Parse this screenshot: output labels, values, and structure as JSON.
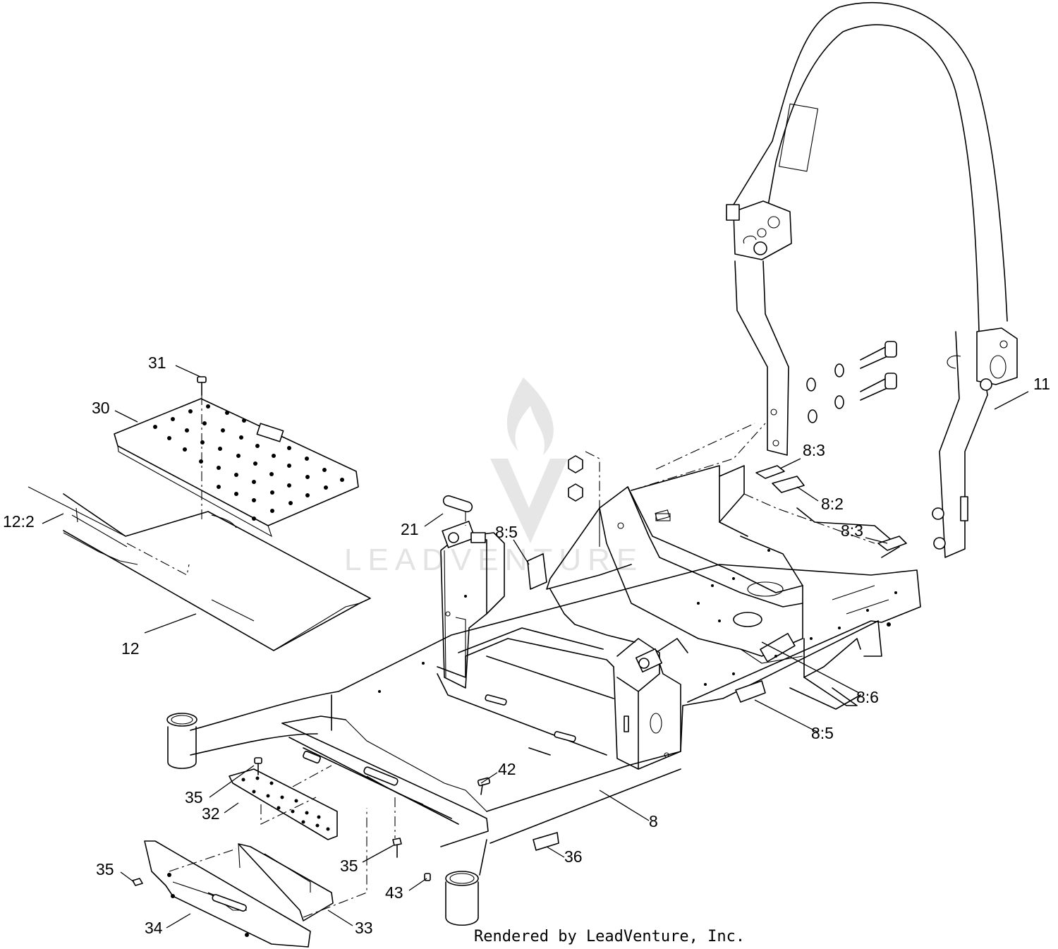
{
  "watermark": {
    "text": "LEADVENTURE"
  },
  "credit": "Rendered by LeadVenture, Inc.",
  "callouts": [
    {
      "id": "c31",
      "text": "31"
    },
    {
      "id": "c30",
      "text": "30"
    },
    {
      "id": "c12-2",
      "text": "12:2"
    },
    {
      "id": "c12",
      "text": "12"
    },
    {
      "id": "c21",
      "text": "21"
    },
    {
      "id": "c8-5a",
      "text": "8:5"
    },
    {
      "id": "c8-3a",
      "text": "8:3"
    },
    {
      "id": "c8-2",
      "text": "8:2"
    },
    {
      "id": "c8-3b",
      "text": "8:3"
    },
    {
      "id": "c11",
      "text": "11"
    },
    {
      "id": "c8-6",
      "text": "8:6"
    },
    {
      "id": "c8-5b",
      "text": "8:5"
    },
    {
      "id": "c42",
      "text": "42"
    },
    {
      "id": "c8",
      "text": "8"
    },
    {
      "id": "c35a",
      "text": "35"
    },
    {
      "id": "c32",
      "text": "32"
    },
    {
      "id": "c35b",
      "text": "35"
    },
    {
      "id": "c36",
      "text": "36"
    },
    {
      "id": "c35c",
      "text": "35"
    },
    {
      "id": "c43",
      "text": "43"
    },
    {
      "id": "c33",
      "text": "33"
    },
    {
      "id": "c34",
      "text": "34"
    }
  ]
}
